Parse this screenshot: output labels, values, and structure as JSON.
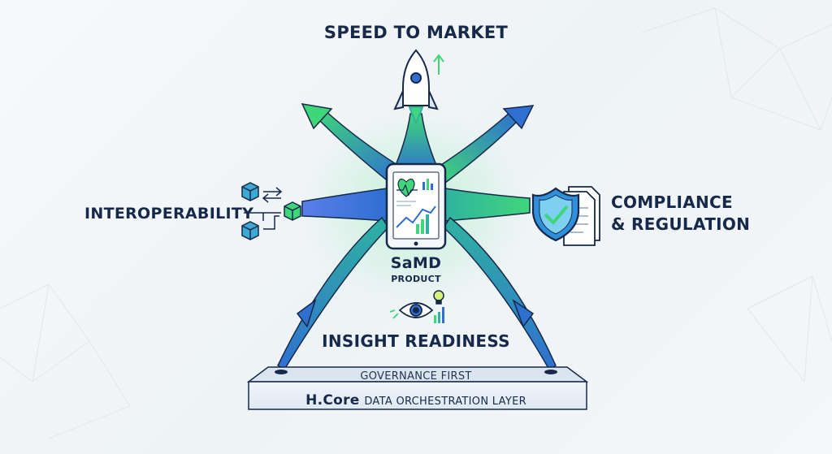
{
  "diagram": {
    "top_label": "SPEED TO MARKET",
    "left_label": "INTEROPERABILITY",
    "right_label_line1": "COMPLIANCE",
    "right_label_line2": "& REGULATION",
    "center_title": "SaMD",
    "center_subtitle": "PRODUCT",
    "bottom_label": "INSIGHT READINESS",
    "platform_top": "GOVERNANCE FIRST",
    "platform_main_prefix": "H.Core",
    "platform_main_suffix": "DATA ORCHESTRATION LAYER",
    "icons": [
      "rocket-icon",
      "cubes-flow-icon",
      "shield-check-icon",
      "document-icon",
      "tablet-dashboard-icon",
      "heart-pulse-icon",
      "eye-icon",
      "lightbulb-icon",
      "bar-chart-icon"
    ],
    "colors": {
      "navy": "#16294a",
      "blue": "#2f6fd0",
      "green": "#3fd67a",
      "teal": "#2fb3a0"
    }
  }
}
